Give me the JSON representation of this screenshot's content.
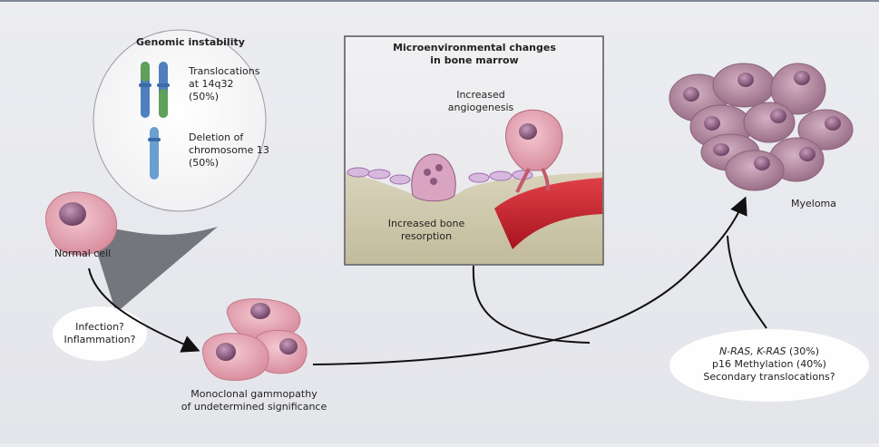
{
  "genomic": {
    "title": "Genomic instability",
    "translocations_line1": "Translocations",
    "translocations_line2": "at 14q32",
    "translocations_pct": "(50%)",
    "deletion_line1": "Deletion of",
    "deletion_line2": "chromosome 13",
    "deletion_pct": "(50%)"
  },
  "micro": {
    "title_line1": "Microenvironmental changes",
    "title_line2": "in bone marrow",
    "angio_line1": "Increased",
    "angio_line2": "angiogenesis",
    "bone_line1": "Increased bone",
    "bone_line2": "resorption"
  },
  "normal_cell_label": "Normal cell",
  "infection": {
    "line1": "Infection?",
    "line2": "Inflammation?"
  },
  "mgus": {
    "line1": "Monoclonal gammopathy",
    "line2": "of undetermined significance"
  },
  "myeloma_label": "Myeloma",
  "mutations": {
    "line1_italic": "N-RAS, K-RAS",
    "line1_pct": "(30%)",
    "line2": "p16 Methylation (40%)",
    "line3": "Secondary translocations?"
  },
  "colors": {
    "normal_cell": "#e3a3b0",
    "nucleus": "#8a5a7e",
    "myeloma_cell": "#b98ea6",
    "vessel": "#c8202c",
    "bone": "#cfc9ae",
    "chrom_blue": "#4f7fbf",
    "chrom_green": "#5fa05a"
  }
}
